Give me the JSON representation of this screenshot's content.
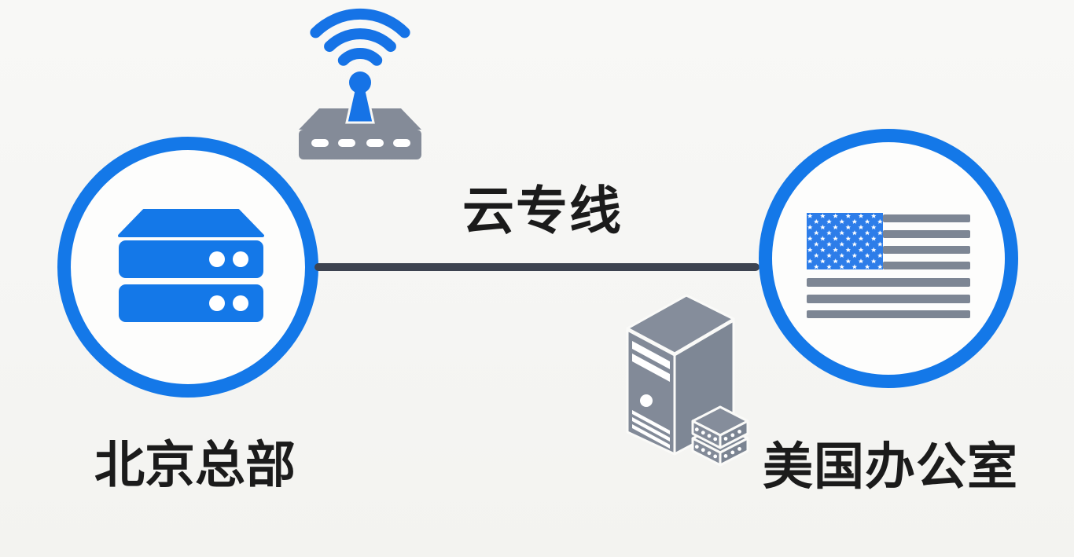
{
  "diagram": {
    "connection": {
      "label": "云专线",
      "line_color": "#3d4350"
    },
    "nodes": [
      {
        "id": "beijing-hq",
        "label": "北京总部",
        "icon": "server-stack-icon"
      },
      {
        "id": "us-office",
        "label": "美国办公室",
        "icon": "us-flag-icon"
      }
    ],
    "decorations": [
      {
        "icon": "wifi-router-icon",
        "position": "top-center-left"
      },
      {
        "icon": "server-tower-icon",
        "position": "bottom-center-right"
      }
    ],
    "colors": {
      "accent_blue": "#1478e8",
      "flag_blue": "#2d7de9",
      "icon_gray": "#828a98",
      "stripe_gray": "#7d8694",
      "line_dark": "#3d4350",
      "text_dark": "#1b1b1b",
      "background": "#f5f5f3"
    }
  }
}
